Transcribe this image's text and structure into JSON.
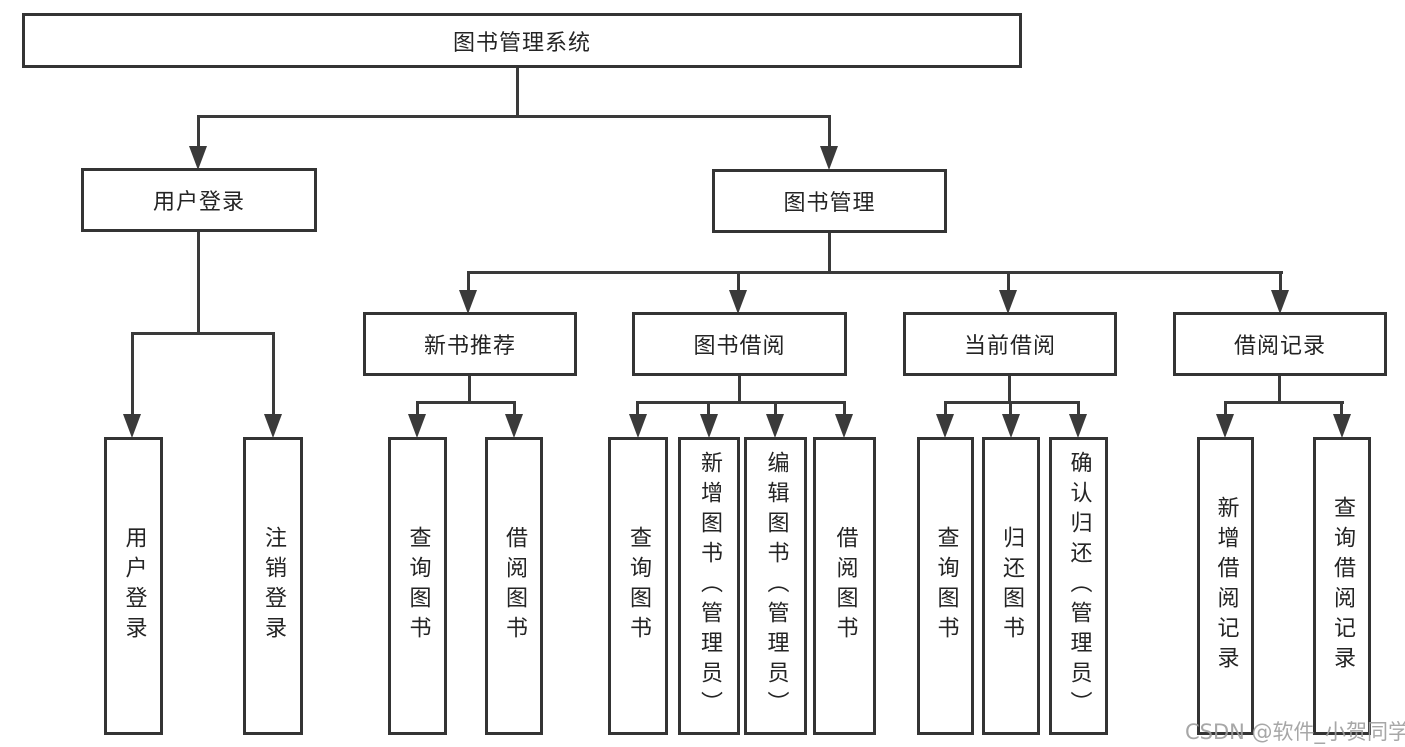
{
  "diagram": {
    "root": {
      "label": "图书管理系统"
    },
    "login": {
      "label": "用户登录",
      "children": [
        {
          "label": "用户登录"
        },
        {
          "label": "注销登录"
        }
      ]
    },
    "manage": {
      "label": "图书管理",
      "children": [
        {
          "label": "新书推荐",
          "children": [
            {
              "label": "查询图书"
            },
            {
              "label": "借阅图书"
            }
          ]
        },
        {
          "label": "图书借阅",
          "children": [
            {
              "label": "查询图书"
            },
            {
              "label": "新增图书（管理员）"
            },
            {
              "label": "编辑图书（管理员）"
            },
            {
              "label": "借阅图书"
            }
          ]
        },
        {
          "label": "当前借阅",
          "children": [
            {
              "label": "查询图书"
            },
            {
              "label": "归还图书"
            },
            {
              "label": "确认归还（管理员）"
            }
          ]
        },
        {
          "label": "借阅记录",
          "children": [
            {
              "label": "新增借阅记录"
            },
            {
              "label": "查询借阅记录"
            }
          ]
        }
      ]
    }
  },
  "watermark": "CSDN @软件_小贺同学",
  "colors": {
    "line": "#3a3a3a",
    "border": "#343434",
    "text": "#242424",
    "background": "#ffffff",
    "watermark": "#9e9e9e"
  }
}
